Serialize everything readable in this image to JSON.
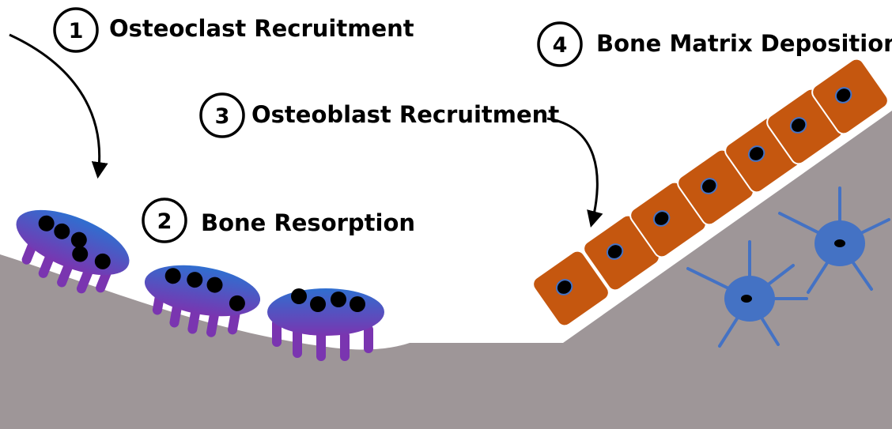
{
  "steps": [
    {
      "number": "1",
      "label": "Osteoclast Recruitment"
    },
    {
      "number": "2",
      "label": "Bone Resorption"
    },
    {
      "number": "3",
      "label": "Osteoblast Recruitment"
    },
    {
      "number": "4",
      "label": "Bone Matrix Deposition"
    }
  ],
  "colors": {
    "bone": "#9e9698",
    "osteoclast_top": "#2f6fd0",
    "osteoclast_bottom": "#7a35b0",
    "osteoblast": "#c5570f",
    "osteocyte": "#4472c4",
    "nucleus": "#000000"
  },
  "icons": {
    "arrow": "curved-arrow-icon"
  }
}
